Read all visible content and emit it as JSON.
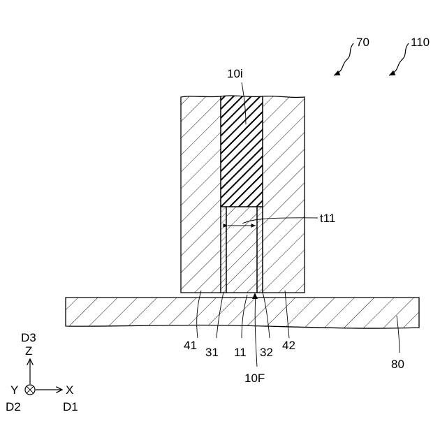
{
  "figure": {
    "labels": {
      "device_70": "70",
      "device_110": "110",
      "insulator_10i": "10i",
      "thickness_t11": "t11",
      "layer_41": "41",
      "layer_31": "31",
      "layer_11": "11",
      "layer_32": "32",
      "layer_42": "42",
      "surface_10F": "10F",
      "substrate_80": "80"
    },
    "axes": {
      "d3": "D3",
      "z": "Z",
      "y": "Y",
      "x": "X",
      "d2": "D2",
      "d1": "D1"
    }
  }
}
